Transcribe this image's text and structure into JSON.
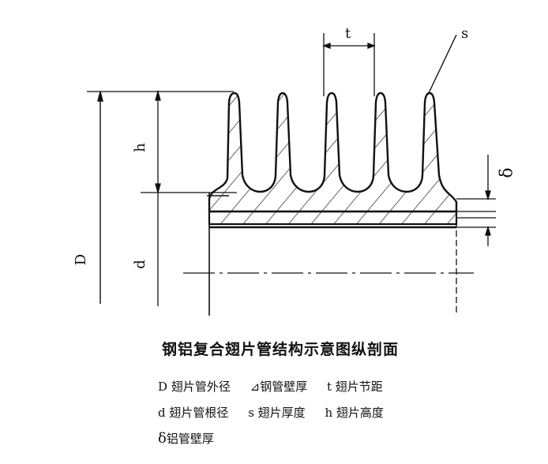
{
  "labels": {
    "t": "t",
    "s": "s",
    "h": "h",
    "D": "D",
    "d": "d",
    "delta": "δ"
  },
  "caption": "钢铝复合翅片管结构示意图纵剖面",
  "legend": {
    "row1": [
      {
        "symbol": "D",
        "text": "翅片管外径"
      },
      {
        "symbol": "⊿",
        "text": "钢管壁厚"
      },
      {
        "symbol": "t",
        "text": "翅片节距"
      }
    ],
    "row2": [
      {
        "symbol": "d",
        "text": "翅片管根径"
      },
      {
        "symbol": "s",
        "text": "翅片厚度"
      },
      {
        "symbol": "h",
        "text": "翅片高度"
      }
    ],
    "row3": [
      {
        "symbol": "δ",
        "text": "铝管壁厚"
      }
    ]
  }
}
